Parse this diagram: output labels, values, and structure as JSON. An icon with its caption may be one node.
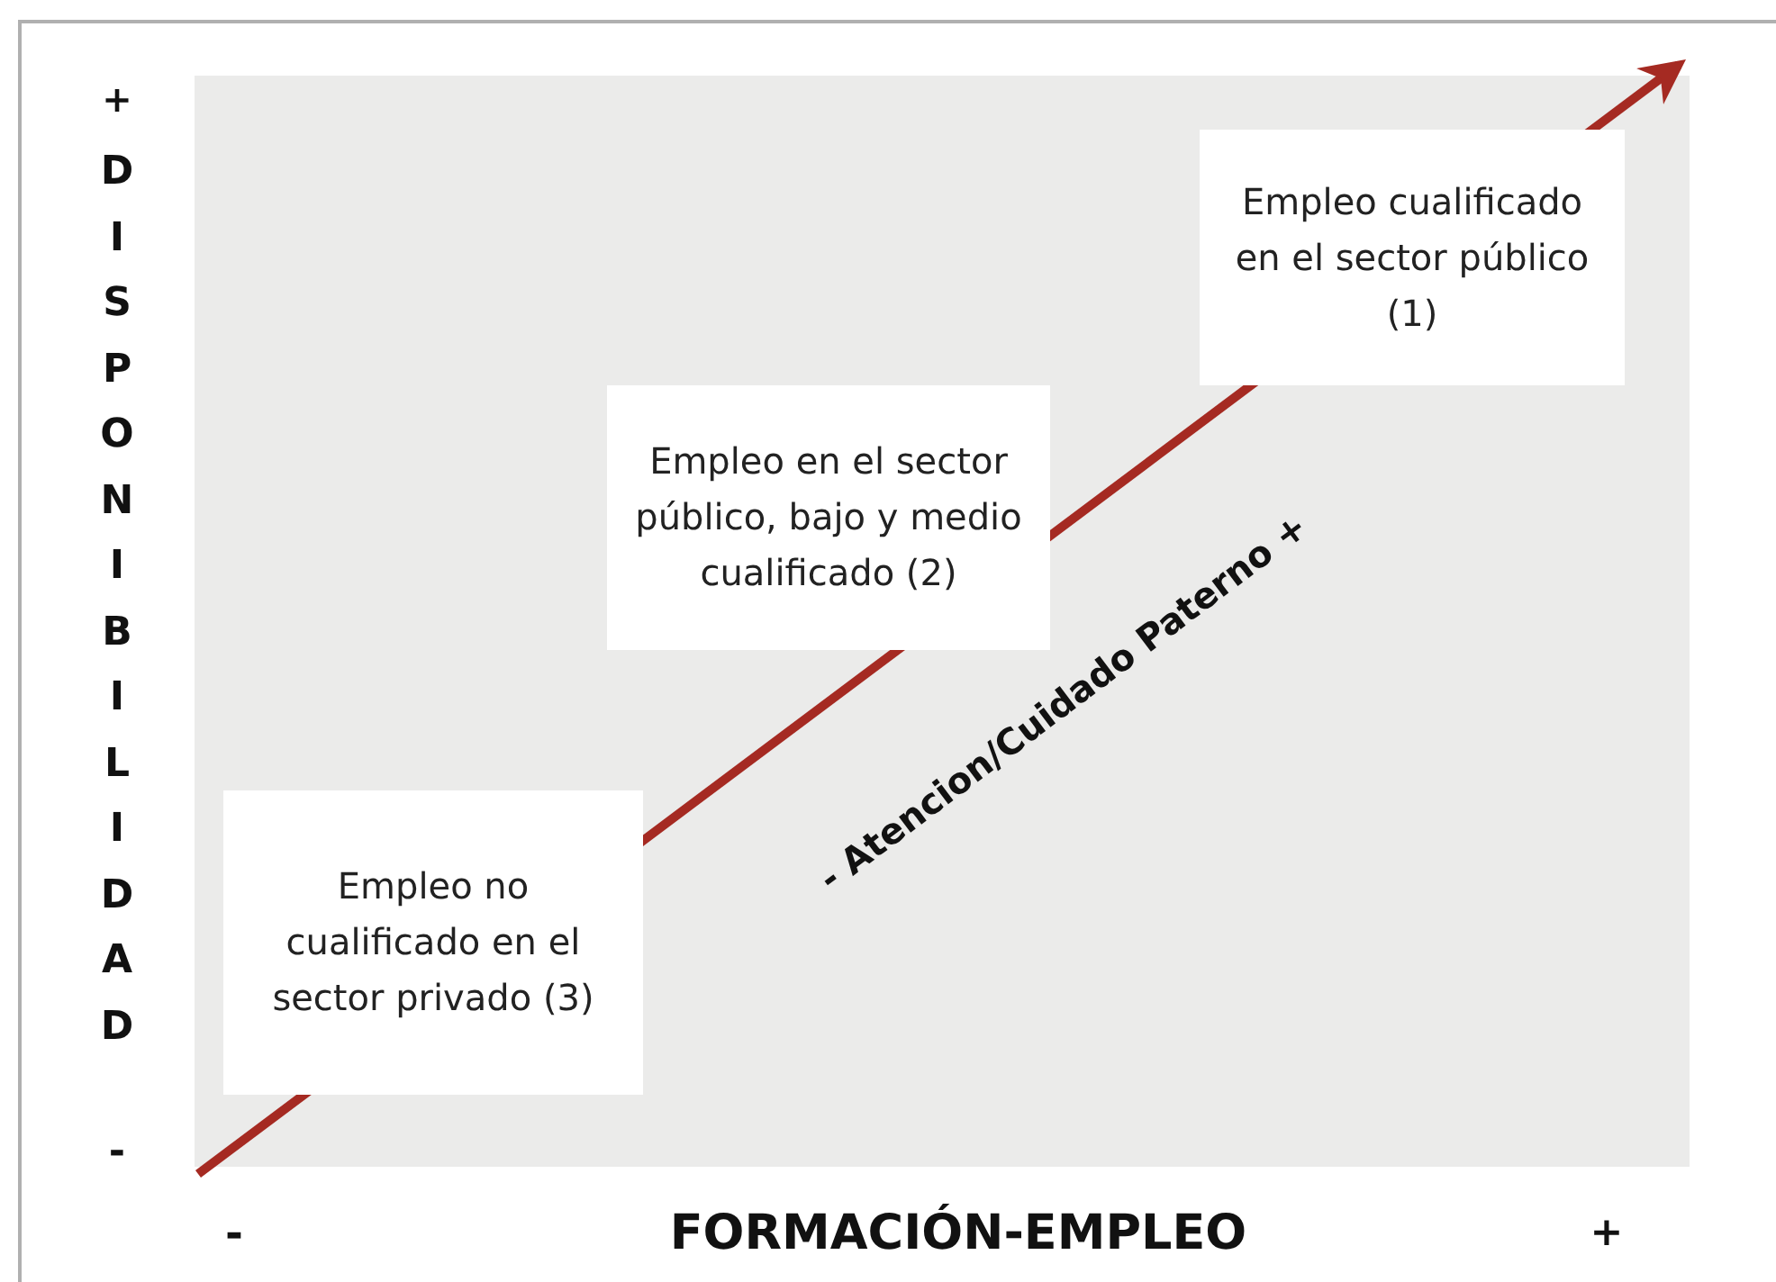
{
  "diagram": {
    "nodes": [
      {
        "text": [
          "Empleo cualificado en el sector público (1)"
        ]
      },
      {
        "text": [
          "Empleo en el sector público, bajo y medio cualificado (2)"
        ]
      },
      {
        "text": [
          "Empleo no cualificado en el sector privado (3)"
        ]
      }
    ],
    "labels": [
      "+",
      "DISPONIBILIDAD",
      "-",
      "- Atencion/Cuidado Paterno +",
      "-",
      "FORMACIÓN-EMPLEO",
      "+"
    ]
  }
}
